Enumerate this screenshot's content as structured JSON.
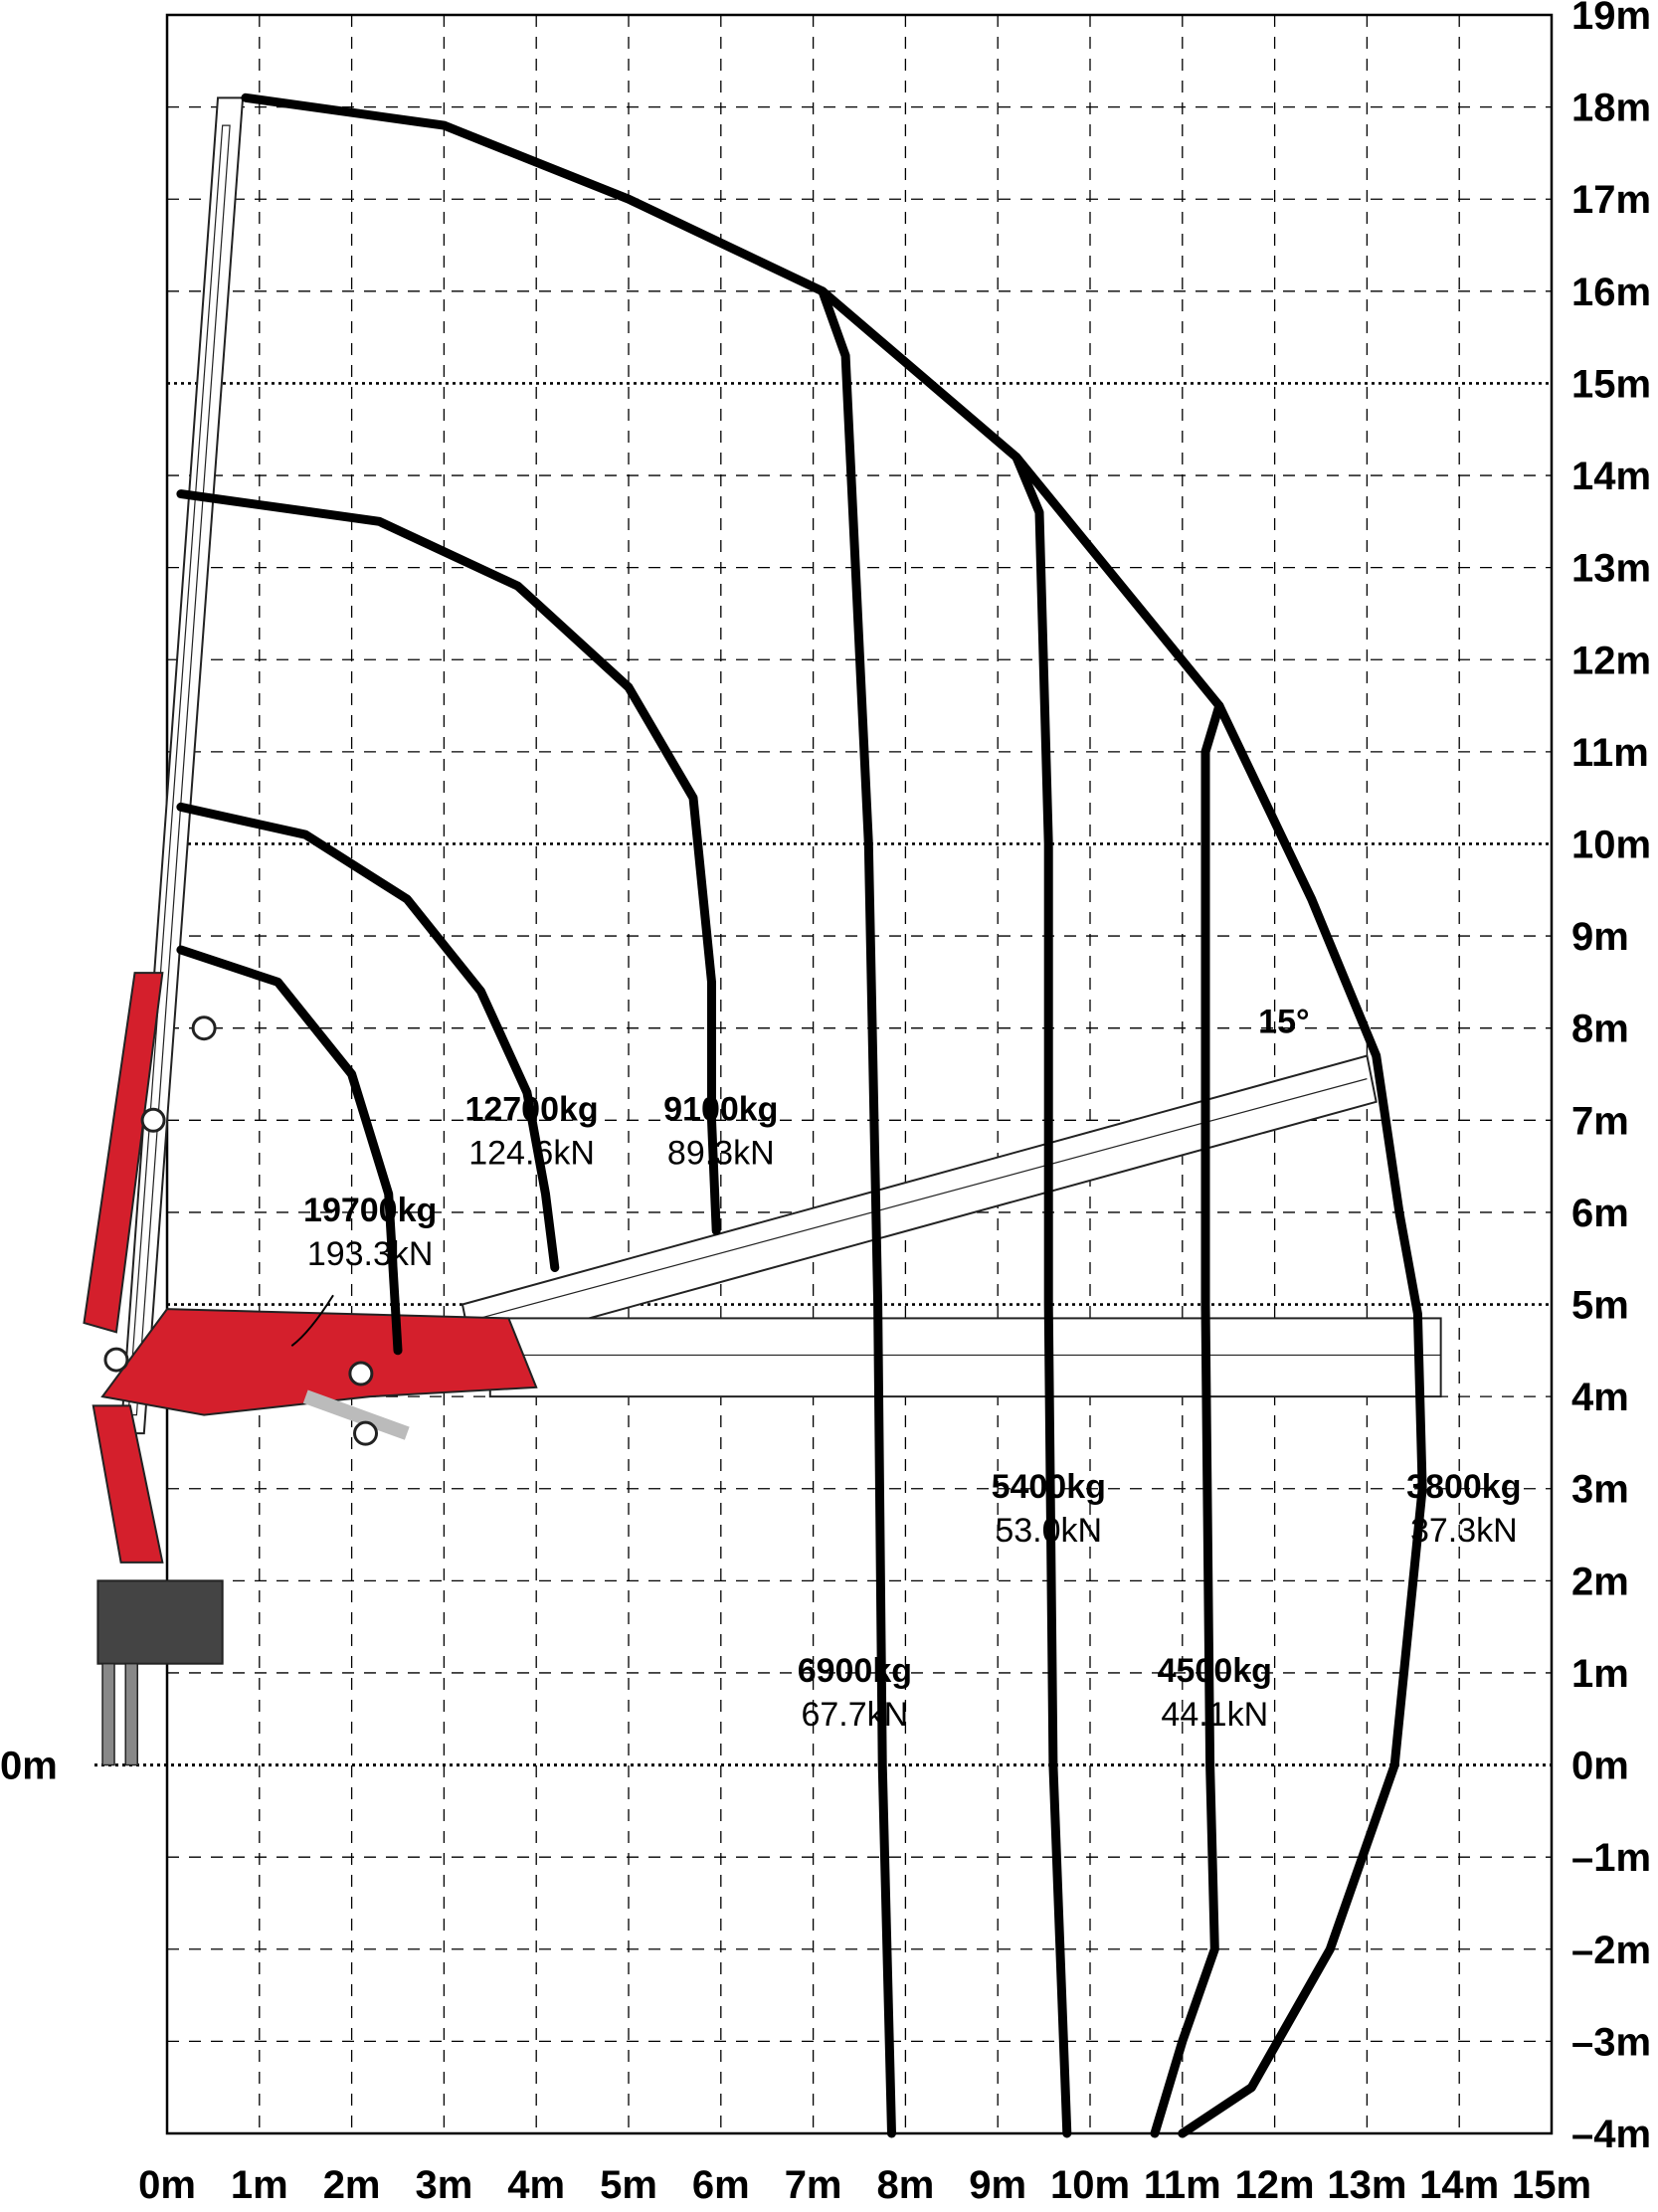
{
  "chart_data": {
    "type": "line",
    "x_axis": {
      "range": [
        0,
        15
      ],
      "ticks": [
        "0m",
        "1m",
        "2m",
        "3m",
        "4m",
        "5m",
        "6m",
        "7m",
        "8m",
        "9m",
        "10m",
        "11m",
        "12m",
        "13m",
        "14m",
        "15m"
      ]
    },
    "y_axis": {
      "range": [
        -4,
        19
      ],
      "ticks": [
        "–4m",
        "–3m",
        "–2m",
        "–1m",
        "0m",
        "1m",
        "2m",
        "3m",
        "4m",
        "5m",
        "6m",
        "7m",
        "8m",
        "9m",
        "10m",
        "11m",
        "12m",
        "13m",
        "14m",
        "15m",
        "16m",
        "17m",
        "18m",
        "19m"
      ],
      "left_label": "0m"
    },
    "grid": true,
    "angle_label": "15°",
    "colors": {
      "crane": "#d41f2c",
      "curve": "#000000",
      "grid": "#000000"
    },
    "series": [
      {
        "kg": "19700kg",
        "kn": "193.3kN",
        "points": [
          [
            0.15,
            8.85
          ],
          [
            1.2,
            8.5
          ],
          [
            2.0,
            7.5
          ],
          [
            2.4,
            6.2
          ],
          [
            2.5,
            4.5
          ]
        ]
      },
      {
        "kg": "12700kg",
        "kn": "124.6kN",
        "points": [
          [
            0.15,
            10.4
          ],
          [
            1.5,
            10.1
          ],
          [
            2.6,
            9.4
          ],
          [
            3.4,
            8.4
          ],
          [
            3.9,
            7.3
          ],
          [
            4.1,
            6.2
          ],
          [
            4.2,
            5.4
          ]
        ]
      },
      {
        "kg": "9100kg",
        "kn": "89.3kN",
        "points": [
          [
            0.15,
            13.8
          ],
          [
            2.3,
            13.5
          ],
          [
            3.8,
            12.8
          ],
          [
            5.0,
            11.7
          ],
          [
            5.7,
            10.5
          ],
          [
            5.9,
            8.5
          ],
          [
            5.9,
            7.0
          ],
          [
            5.95,
            5.8
          ]
        ]
      },
      {
        "kg": "6900kg",
        "kn": "67.7kN",
        "points": [
          [
            7.1,
            16.0
          ],
          [
            7.35,
            15.3
          ],
          [
            7.6,
            10.0
          ],
          [
            7.7,
            5.0
          ],
          [
            7.75,
            0.0
          ],
          [
            7.85,
            -4.0
          ]
        ]
      },
      {
        "kg": "5400kg",
        "kn": "53.0kN",
        "points": [
          [
            9.2,
            14.2
          ],
          [
            9.45,
            13.6
          ],
          [
            9.55,
            10.0
          ],
          [
            9.55,
            5.0
          ],
          [
            9.6,
            0.0
          ],
          [
            9.75,
            -4.0
          ]
        ]
      },
      {
        "kg": "4500kg",
        "kn": "44.1kN",
        "points": [
          [
            11.4,
            11.5
          ],
          [
            11.25,
            11.0
          ],
          [
            11.25,
            5.0
          ],
          [
            11.3,
            0.0
          ],
          [
            11.35,
            -2.0
          ],
          [
            11.0,
            -3.0
          ],
          [
            10.7,
            -4.0
          ]
        ]
      },
      {
        "kg": "3800kg",
        "kn": "37.3kN",
        "points": [
          [
            0.85,
            18.1
          ],
          [
            3.0,
            17.8
          ],
          [
            5.0,
            17.0
          ],
          [
            7.1,
            16.0
          ],
          [
            9.2,
            14.2
          ],
          [
            11.4,
            11.5
          ],
          [
            12.4,
            9.4
          ],
          [
            13.1,
            7.7
          ],
          [
            13.35,
            6.0
          ],
          [
            13.55,
            4.9
          ],
          [
            13.6,
            3.0
          ],
          [
            13.3,
            0.0
          ],
          [
            12.6,
            -2.0
          ],
          [
            11.75,
            -3.5
          ],
          [
            11.0,
            -4.0
          ]
        ]
      }
    ]
  }
}
